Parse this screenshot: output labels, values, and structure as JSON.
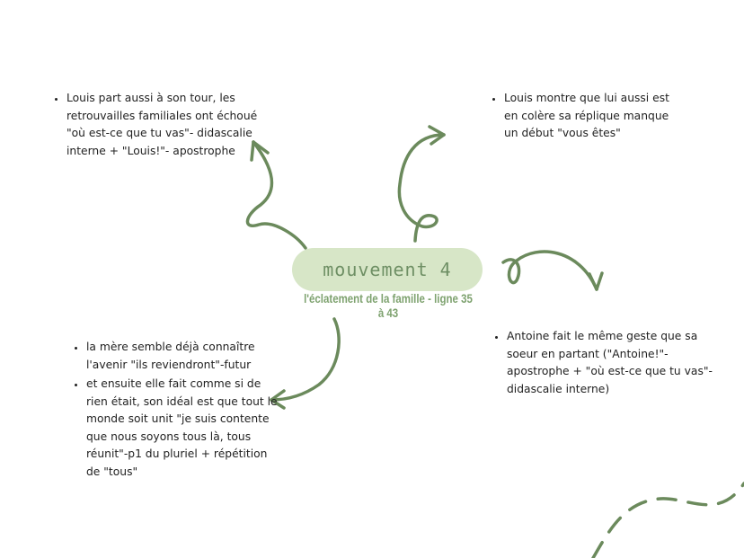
{
  "center": {
    "title": "mouvement 4",
    "subtitle": "l'éclatement de la famille - ligne 35 à 43"
  },
  "notes": {
    "top_left": [
      "Louis part aussi à son tour, les retrouvailles familiales ont échoué \"où est-ce que tu vas\"- didascalie interne + \"Louis!\"- apostrophe"
    ],
    "top_right": [
      "Louis montre que lui aussi est en colère sa réplique manque un début \"vous êtes\""
    ],
    "bottom_left": [
      "la mère semble déjà connaître l'avenir \"ils reviendront\"-futur",
      "et ensuite elle fait comme si de rien était, son idéal est que tout le monde soit unit \"je suis contente que nous soyons tous là, tous réunit\"-p1 du pluriel + répétition de \"tous\""
    ],
    "bottom_right": [
      "Antoine fait le même geste que sa soeur en partant (\"Antoine!\"- apostrophe + \"où est-ce que tu vas\"-didascalie interne)"
    ]
  },
  "colors": {
    "arrow": "#6b8a5c",
    "pill": "#d7e6c7",
    "title": "#6e8f64",
    "subtitle": "#7ea26f"
  }
}
